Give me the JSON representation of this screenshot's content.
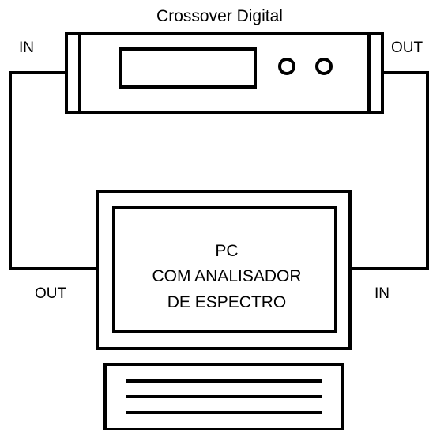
{
  "crossover": {
    "title": "Crossover Digital",
    "in_label": "IN",
    "out_label": "OUT"
  },
  "pc": {
    "screen_lines": [
      "PC",
      "COM ANALISADOR",
      "DE ESPECTRO"
    ],
    "out_label": "OUT",
    "in_label": "IN"
  },
  "colors": {
    "stroke": "#000000",
    "background": "#ffffff"
  }
}
